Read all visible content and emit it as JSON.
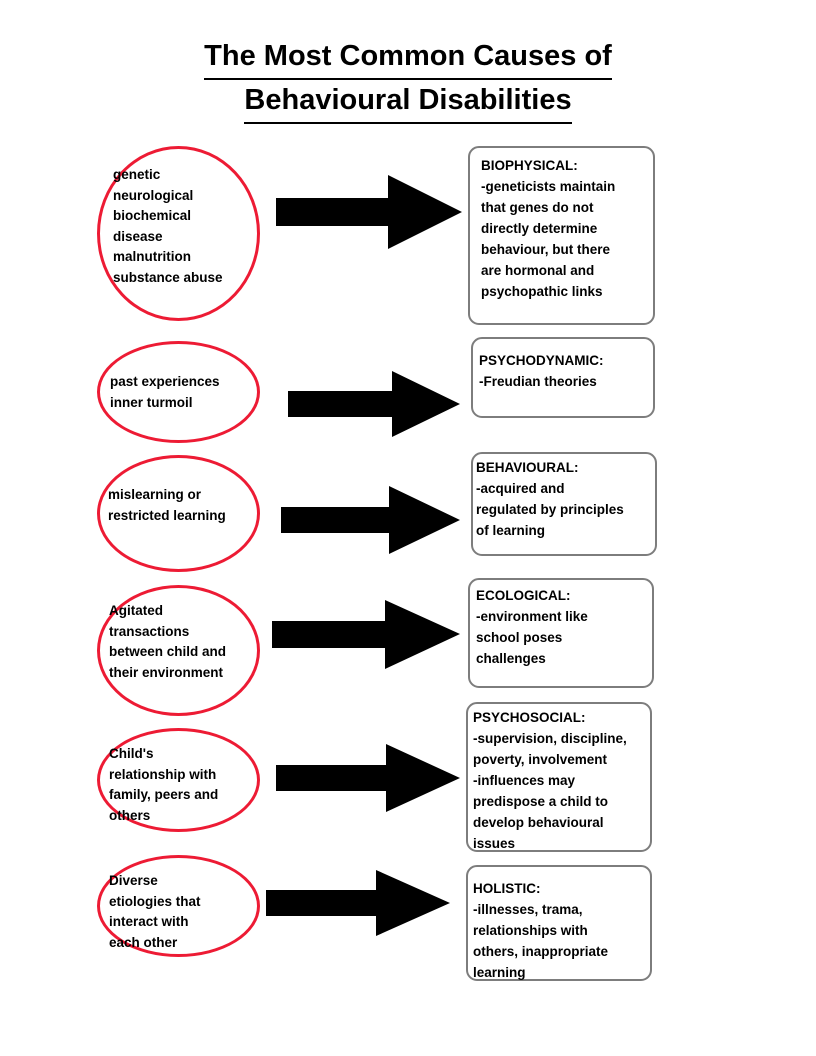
{
  "title": {
    "line1": "The Most Common Causes of",
    "line2": "Behavioural Disabilities"
  },
  "colors": {
    "oval_border": "#ED1B34",
    "box_border": "#7D7D7D",
    "arrow": "#000000",
    "text": "#000000",
    "background": "#FFFFFF"
  },
  "rows": [
    {
      "cause": "genetic\nneurological\nbiochemical\ndisease\nmalnutrition\nsubstance abuse",
      "arrow": "right-arrow-icon",
      "model_title": "BIOPHYSICAL:",
      "model_body": "-geneticists maintain\nthat genes do not\ndirectly determine\nbehaviour, but there\nare hormonal and\npsychopathic links"
    },
    {
      "cause": "past experiences\ninner turmoil",
      "arrow": "right-arrow-icon",
      "model_title": " PSYCHODYNAMIC:",
      "model_body": " -Freudian theories"
    },
    {
      "cause": "mislearning or\nrestricted learning",
      "arrow": "right-arrow-icon",
      "model_title": "BEHAVIOURAL:",
      "model_body": "-acquired and\nregulated by principles\nof learning"
    },
    {
      "cause": "Agitated\ntransactions\nbetween child and\ntheir environment",
      "arrow": "right-arrow-icon",
      "model_title": "ECOLOGICAL:",
      "model_body": "-environment like\nschool poses\nchallenges"
    },
    {
      "cause": "Child's\nrelationship with\nfamily, peers and\nothers",
      "arrow": "right-arrow-icon",
      "model_title": "PSYCHOSOCIAL:",
      "model_body": "-supervision, discipline,\npoverty, involvement\n-influences may\npredispose a child to\ndevelop behavioural\nissues"
    },
    {
      "cause": "Diverse\netiologies that\ninteract with\neach other",
      "arrow": "right-arrow-icon",
      "model_title": "HOLISTIC:",
      "model_body": "-illnesses, trama,\nrelationships with\nothers, inappropriate\nlearning"
    }
  ]
}
